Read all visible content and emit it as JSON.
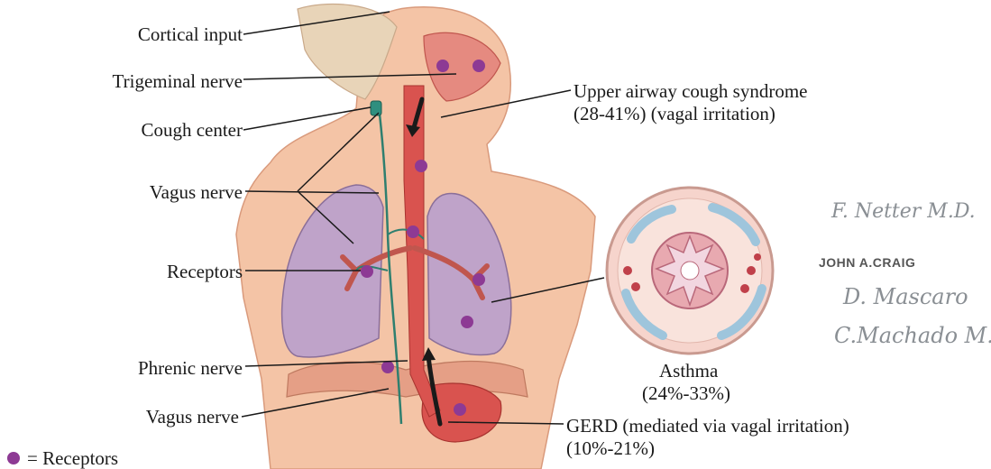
{
  "colors": {
    "receptor": "#8d3a94",
    "skin": "#f4c4a6",
    "lung": "#bfa3c9",
    "airway": "#d9534f",
    "nerve": "#2f7f6f",
    "leader": "#1a1a1a"
  },
  "labels": {
    "cortical_input": "Cortical input",
    "trigeminal_nerve": "Trigeminal nerve",
    "cough_center": "Cough center",
    "vagus_nerve_upper": "Vagus nerve",
    "receptors": "Receptors",
    "phrenic_nerve": "Phrenic nerve",
    "vagus_nerve_lower": "Vagus nerve",
    "uacs_line1": "Upper airway cough syndrome",
    "uacs_line2": "(28-41%) (vagal irritation)",
    "asthma_line1": "Asthma",
    "asthma_line2": "(24%-33%)",
    "gerd_line1": "GERD (mediated via vagal irritation)",
    "gerd_line2": "(10%-21%)"
  },
  "legend": {
    "text": "= Receptors"
  },
  "signatures": {
    "netter": "F. Netter M.D.",
    "craig": "JOHN A.CRAIG",
    "mascaro": "D. Mascaro",
    "machado": "C.Machado M.D."
  }
}
